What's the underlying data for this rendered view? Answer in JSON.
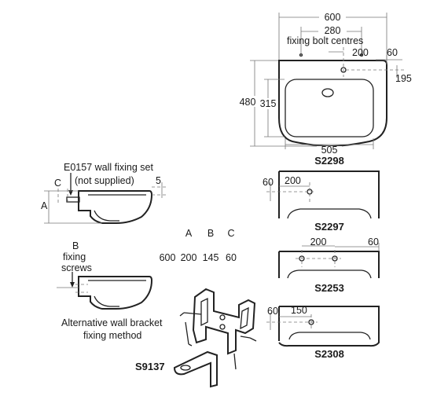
{
  "s2298": {
    "title": "S2298",
    "width_600": "600",
    "bolt_280": "280",
    "bolt_caption": "fixing bolt centres",
    "tap_200": "200",
    "side_60": "60",
    "depth_195": "195",
    "height_480": "480",
    "bowl_315": "315",
    "bowl_505": "505"
  },
  "side_view": {
    "wall_fixing_set": "E0157 wall fixing set",
    "not_supplied": "(not supplied)",
    "label_c": "C",
    "label_a": "A",
    "dim_5": "5"
  },
  "alt_view": {
    "label_b": "B",
    "fixing": "fixing",
    "screws": "screws",
    "caption_line1": "Alternative wall bracket",
    "caption_line2": "fixing method"
  },
  "table": {
    "headers": [
      "A",
      "B",
      "C"
    ],
    "row": [
      "600",
      "200",
      "145",
      "60"
    ]
  },
  "s2297": {
    "title": "S2297",
    "dim_60": "60",
    "dim_200": "200"
  },
  "s2253": {
    "title": "S2253",
    "dim_200": "200",
    "dim_60": "60"
  },
  "s2308": {
    "title": "S2308",
    "dim_60": "60",
    "dim_150": "150"
  },
  "s9137": {
    "title": "S9137"
  }
}
